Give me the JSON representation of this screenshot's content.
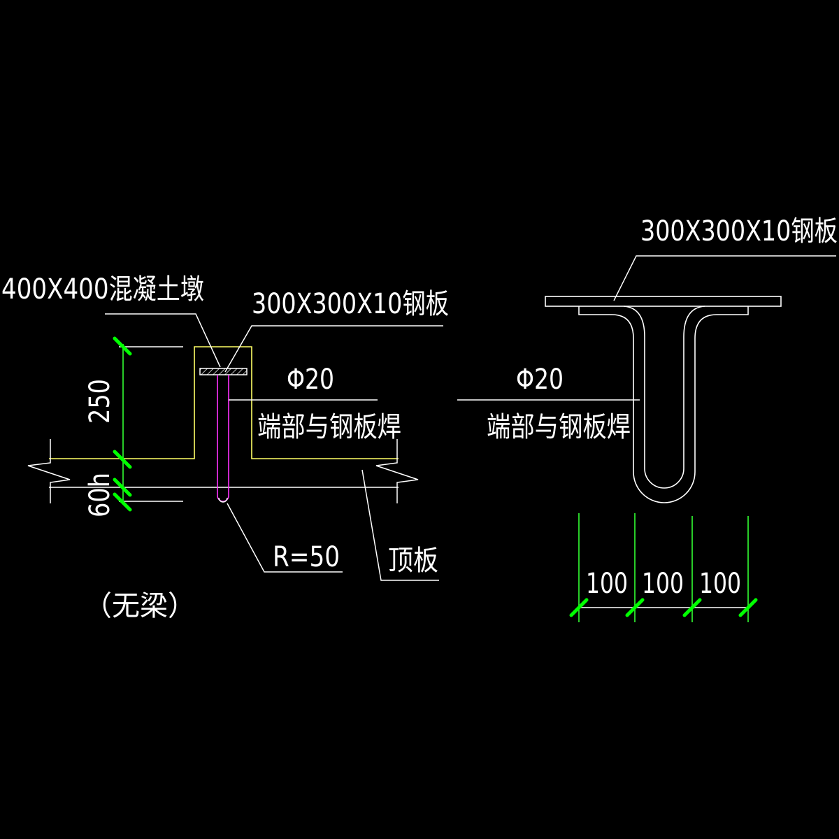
{
  "drawing": {
    "background": "#000000",
    "colors": {
      "outline": "#ffff66",
      "annotation": "#ffffff",
      "rebar": "#ff33ff",
      "dimension_line": "#33ff33",
      "dimension_tick": "#00ff00"
    }
  },
  "left_detail": {
    "pier_label": "400X400混凝土墩",
    "plate_label": "300X300X10钢板",
    "rebar_size": "Φ20",
    "rebar_note": "端部与钢板焊",
    "radius_label": "R=50",
    "roof_label": "顶板",
    "caption": "（无梁）",
    "dim_height": "250",
    "dim_slab": "60h"
  },
  "right_detail": {
    "plate_label": "300X300X10钢板",
    "rebar_size": "Φ20",
    "rebar_note": "端部与钢板焊",
    "dims": [
      "100",
      "100",
      "100"
    ]
  }
}
